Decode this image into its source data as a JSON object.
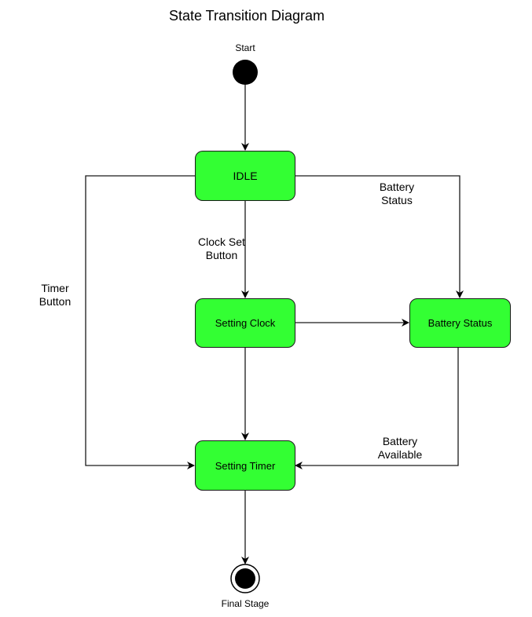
{
  "title": "State Transition Diagram",
  "colors": {
    "state_fill": "#33ff33",
    "stroke": "#1a1a1a"
  },
  "start": {
    "label": "Start"
  },
  "final": {
    "label": "Final Stage"
  },
  "states": {
    "idle": "IDLE",
    "setting_clock": "Setting Clock",
    "battery_status": "Battery Status",
    "setting_timer": "Setting Timer"
  },
  "transitions": {
    "clock_set": "Clock Set Button",
    "battery_status": "Battery Status",
    "timer_button": "Timer Button",
    "battery_available": "Battery Available"
  }
}
